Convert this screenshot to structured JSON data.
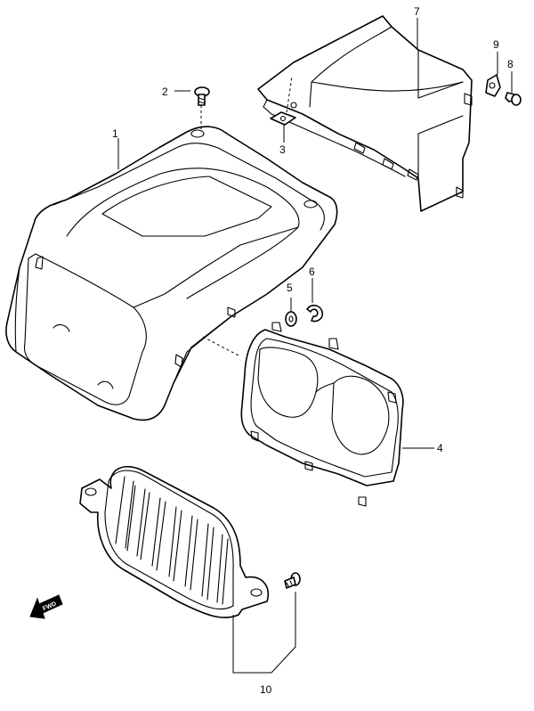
{
  "callouts": {
    "c1": "1",
    "c2": "2",
    "c3": "3",
    "c4": "4",
    "c5": "5",
    "c6": "6",
    "c7": "7",
    "c8": "8",
    "c9": "9",
    "c10": "10"
  },
  "fwd_label": "FWD",
  "parts": [
    {
      "callout": "1",
      "icon": "headlight-housing-cover"
    },
    {
      "callout": "2",
      "icon": "screw"
    },
    {
      "callout": "3",
      "icon": "clip-nut"
    },
    {
      "callout": "4",
      "icon": "meter-case"
    },
    {
      "callout": "5",
      "icon": "washer"
    },
    {
      "callout": "6",
      "icon": "lock-washer"
    },
    {
      "callout": "7",
      "icon": "lower-cover"
    },
    {
      "callout": "8",
      "icon": "bolt"
    },
    {
      "callout": "9",
      "icon": "clip-nut"
    },
    {
      "callout": "10",
      "icon": "headlight-grille"
    }
  ]
}
